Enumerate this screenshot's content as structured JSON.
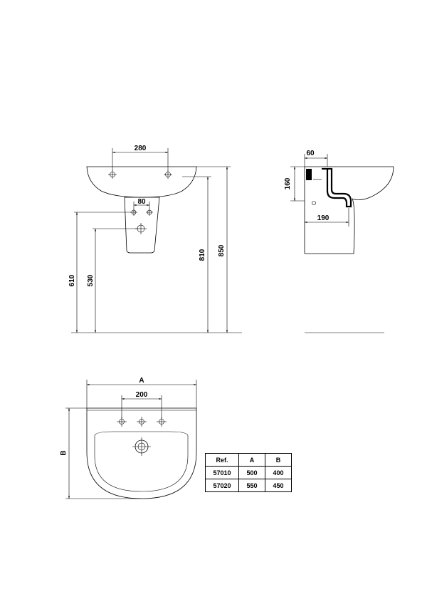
{
  "front_view": {
    "dim_tap_spacing": "280",
    "dim_pedestal_holes": "80",
    "dim_bracket_height": "610",
    "dim_waste_height": "530",
    "dim_rim_height": "810",
    "dim_total_height": "850"
  },
  "side_view": {
    "dim_wall_offset": "60",
    "dim_trap_height": "160",
    "dim_trap_depth": "190"
  },
  "plan_view": {
    "dim_width_label": "A",
    "dim_depth_label": "B",
    "dim_tap_holes": "200"
  },
  "spec_table": {
    "headers": [
      "Ref.",
      "A",
      "B"
    ],
    "rows": [
      [
        "57010",
        "500",
        "400"
      ],
      [
        "57020",
        "550",
        "450"
      ]
    ]
  }
}
